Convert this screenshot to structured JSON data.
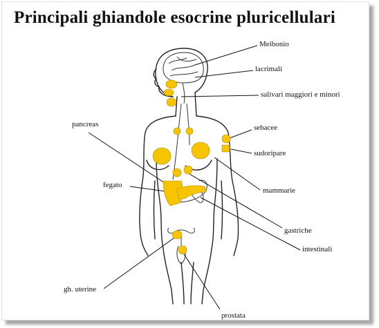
{
  "title": "Principali ghiandole esocrine pluricellulari",
  "labels": {
    "meibonio": "Meibonio",
    "lacrimali": "lacrimali",
    "salivari": "salivari maggiori e minori",
    "pancreas": "pancreas",
    "sebacee": "sebacee",
    "sudoripare": "sudoripare",
    "fegato": "fegato",
    "mammarie": "mammarie",
    "gastriche": "gastriche",
    "intestinali": "intestinali",
    "uterine": "gh. uterine",
    "prostata": "prostata"
  },
  "colors": {
    "gland": "#F7C400",
    "outline": "#222222",
    "leader": "#111111"
  }
}
